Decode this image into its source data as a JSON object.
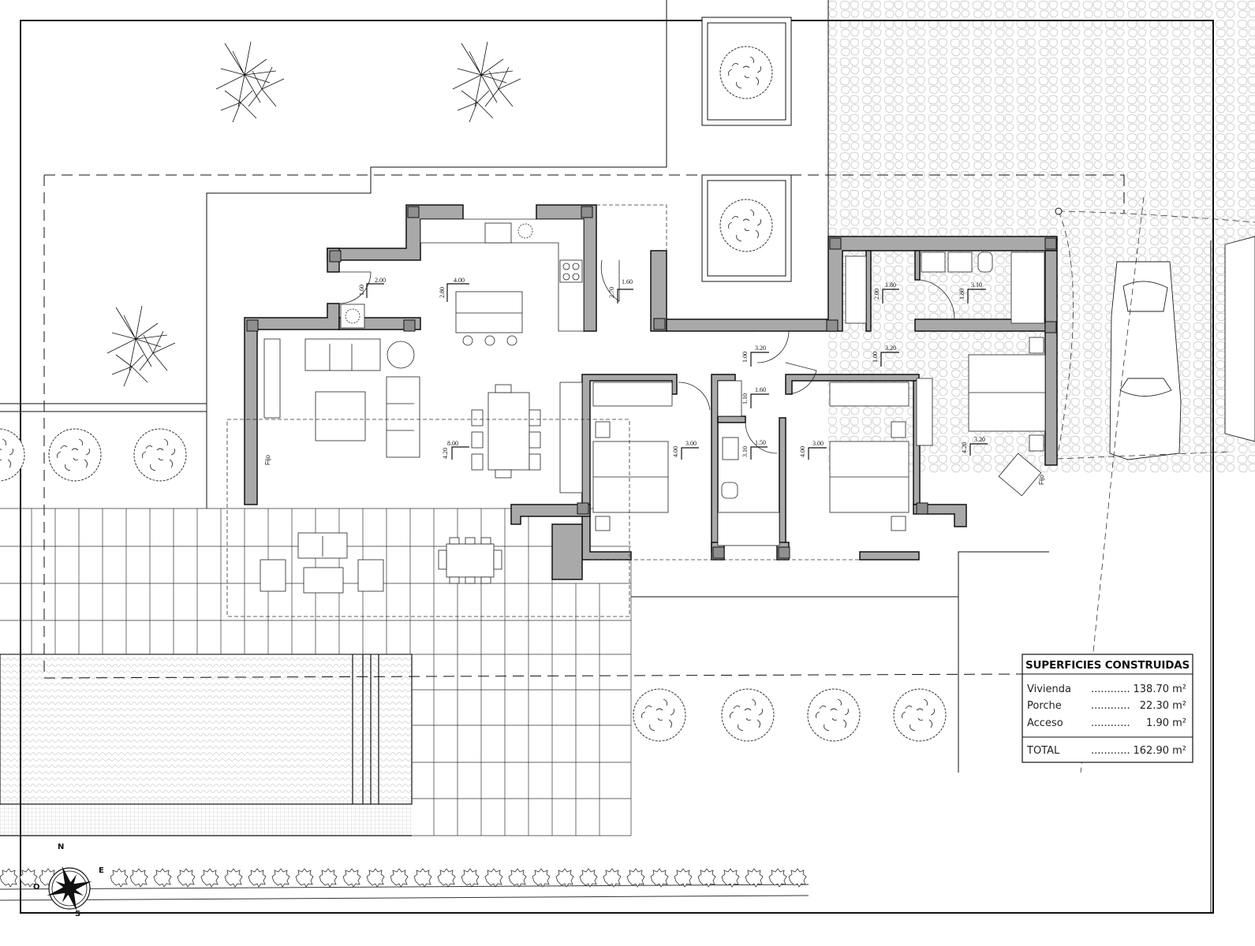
{
  "plan": {
    "rooms": [
      {
        "id": "kitchen",
        "dims": {
          "w": "4.00",
          "h": "2.80"
        }
      },
      {
        "id": "laundry",
        "dims": {
          "w": "2.00",
          "h": "1.60"
        }
      },
      {
        "id": "entry",
        "dims": {
          "w": "1.60",
          "h": "2.70"
        }
      },
      {
        "id": "living-dining",
        "dims": {
          "w": "8.00",
          "h": "4.20"
        }
      },
      {
        "id": "hall-left",
        "dims": {
          "w": "3.20",
          "h": "1.00"
        }
      },
      {
        "id": "hall-right",
        "dims": {
          "w": "3.20",
          "h": "1.00"
        }
      },
      {
        "id": "closet-hall",
        "dims": {
          "w": "1.60",
          "h": "1.10"
        }
      },
      {
        "id": "bathroom",
        "dims": {
          "w": "1.50",
          "h": "3.10"
        }
      },
      {
        "id": "bedroom-2",
        "dims": {
          "w": "3.00",
          "h": "4.00"
        }
      },
      {
        "id": "bedroom-3",
        "dims": {
          "w": "3.00",
          "h": "4.00"
        }
      },
      {
        "id": "walk-in-closet",
        "dims": {
          "w": "1.80",
          "h": "2.00"
        }
      },
      {
        "id": "ensuite-bath",
        "dims": {
          "w": "3.10",
          "h": "1.80"
        }
      },
      {
        "id": "master-bedroom",
        "dims": {
          "w": "3.20",
          "h": "4.20"
        }
      }
    ],
    "window_labels": {
      "living": "Fijo",
      "master": "Fijo"
    }
  },
  "compass": {
    "n": "N",
    "e": "E",
    "s": "S",
    "w": "O"
  },
  "surface_table": {
    "title": "SUPERFICIES CONSTRUIDAS",
    "rows": [
      {
        "label": "Vivienda",
        "dots": "............",
        "value": "138.70 m²"
      },
      {
        "label": "Porche",
        "dots": "............",
        "value": "22.30 m²"
      },
      {
        "label": "Acceso",
        "dots": "............",
        "value": "1.90 m²"
      }
    ],
    "total": {
      "label": "TOTAL",
      "dots": "............",
      "value": "162.90 m²"
    }
  },
  "colors": {
    "wall_fill": "#a9a9a9",
    "line": "#111111",
    "hatch": "#d0d0d0"
  }
}
